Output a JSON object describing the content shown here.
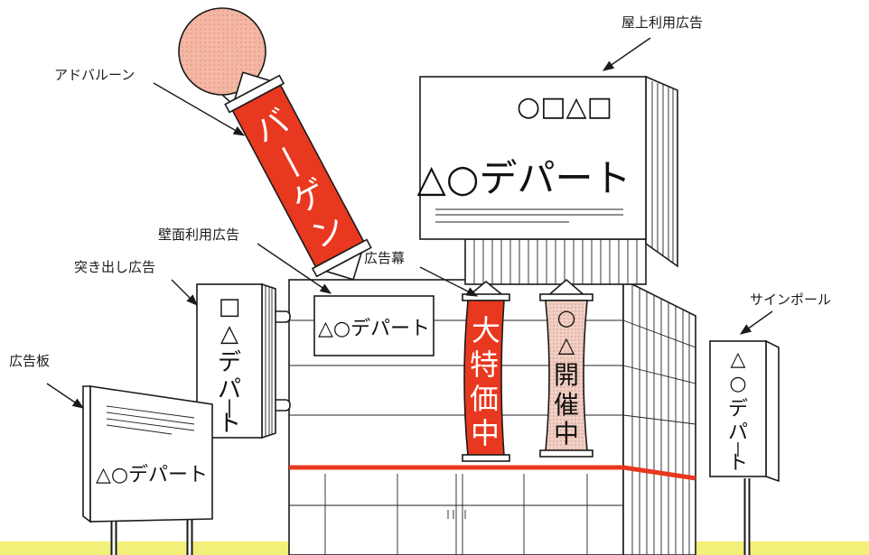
{
  "labels": {
    "ad_balloon": "アドバルーン",
    "rooftop_ad": "屋上利用広告",
    "wall_ad": "壁面利用広告",
    "projecting_sign": "突き出し広告",
    "banner": "広告幕",
    "sign_pole": "サインポール",
    "billboard": "広告板"
  },
  "sign_text": {
    "balloon_banner": [
      "バ",
      "|",
      "ゲ",
      "ン"
    ],
    "rooftop_symbols": "○□△□",
    "rooftop_name": "△○デパート",
    "wall_name": "△○デパート",
    "projecting_chars": [
      "□",
      "△",
      "デ",
      "パ",
      "|",
      "ト"
    ],
    "banner_red_chars": [
      "大",
      "特",
      "価",
      "中"
    ],
    "banner_pink_chars": [
      "○",
      "△",
      "開",
      "催",
      "中"
    ],
    "pole_chars": [
      "△",
      "○",
      "デ",
      "パ",
      "|",
      "ト"
    ],
    "billboard_name": "△○デパート"
  },
  "colors": {
    "red": "#e8381f",
    "balloon_pink": "#f4b7a3",
    "banner_pink": "#f2cfc3",
    "ink": "#1a1a1a",
    "ground_yellow": "#f3f07a"
  }
}
